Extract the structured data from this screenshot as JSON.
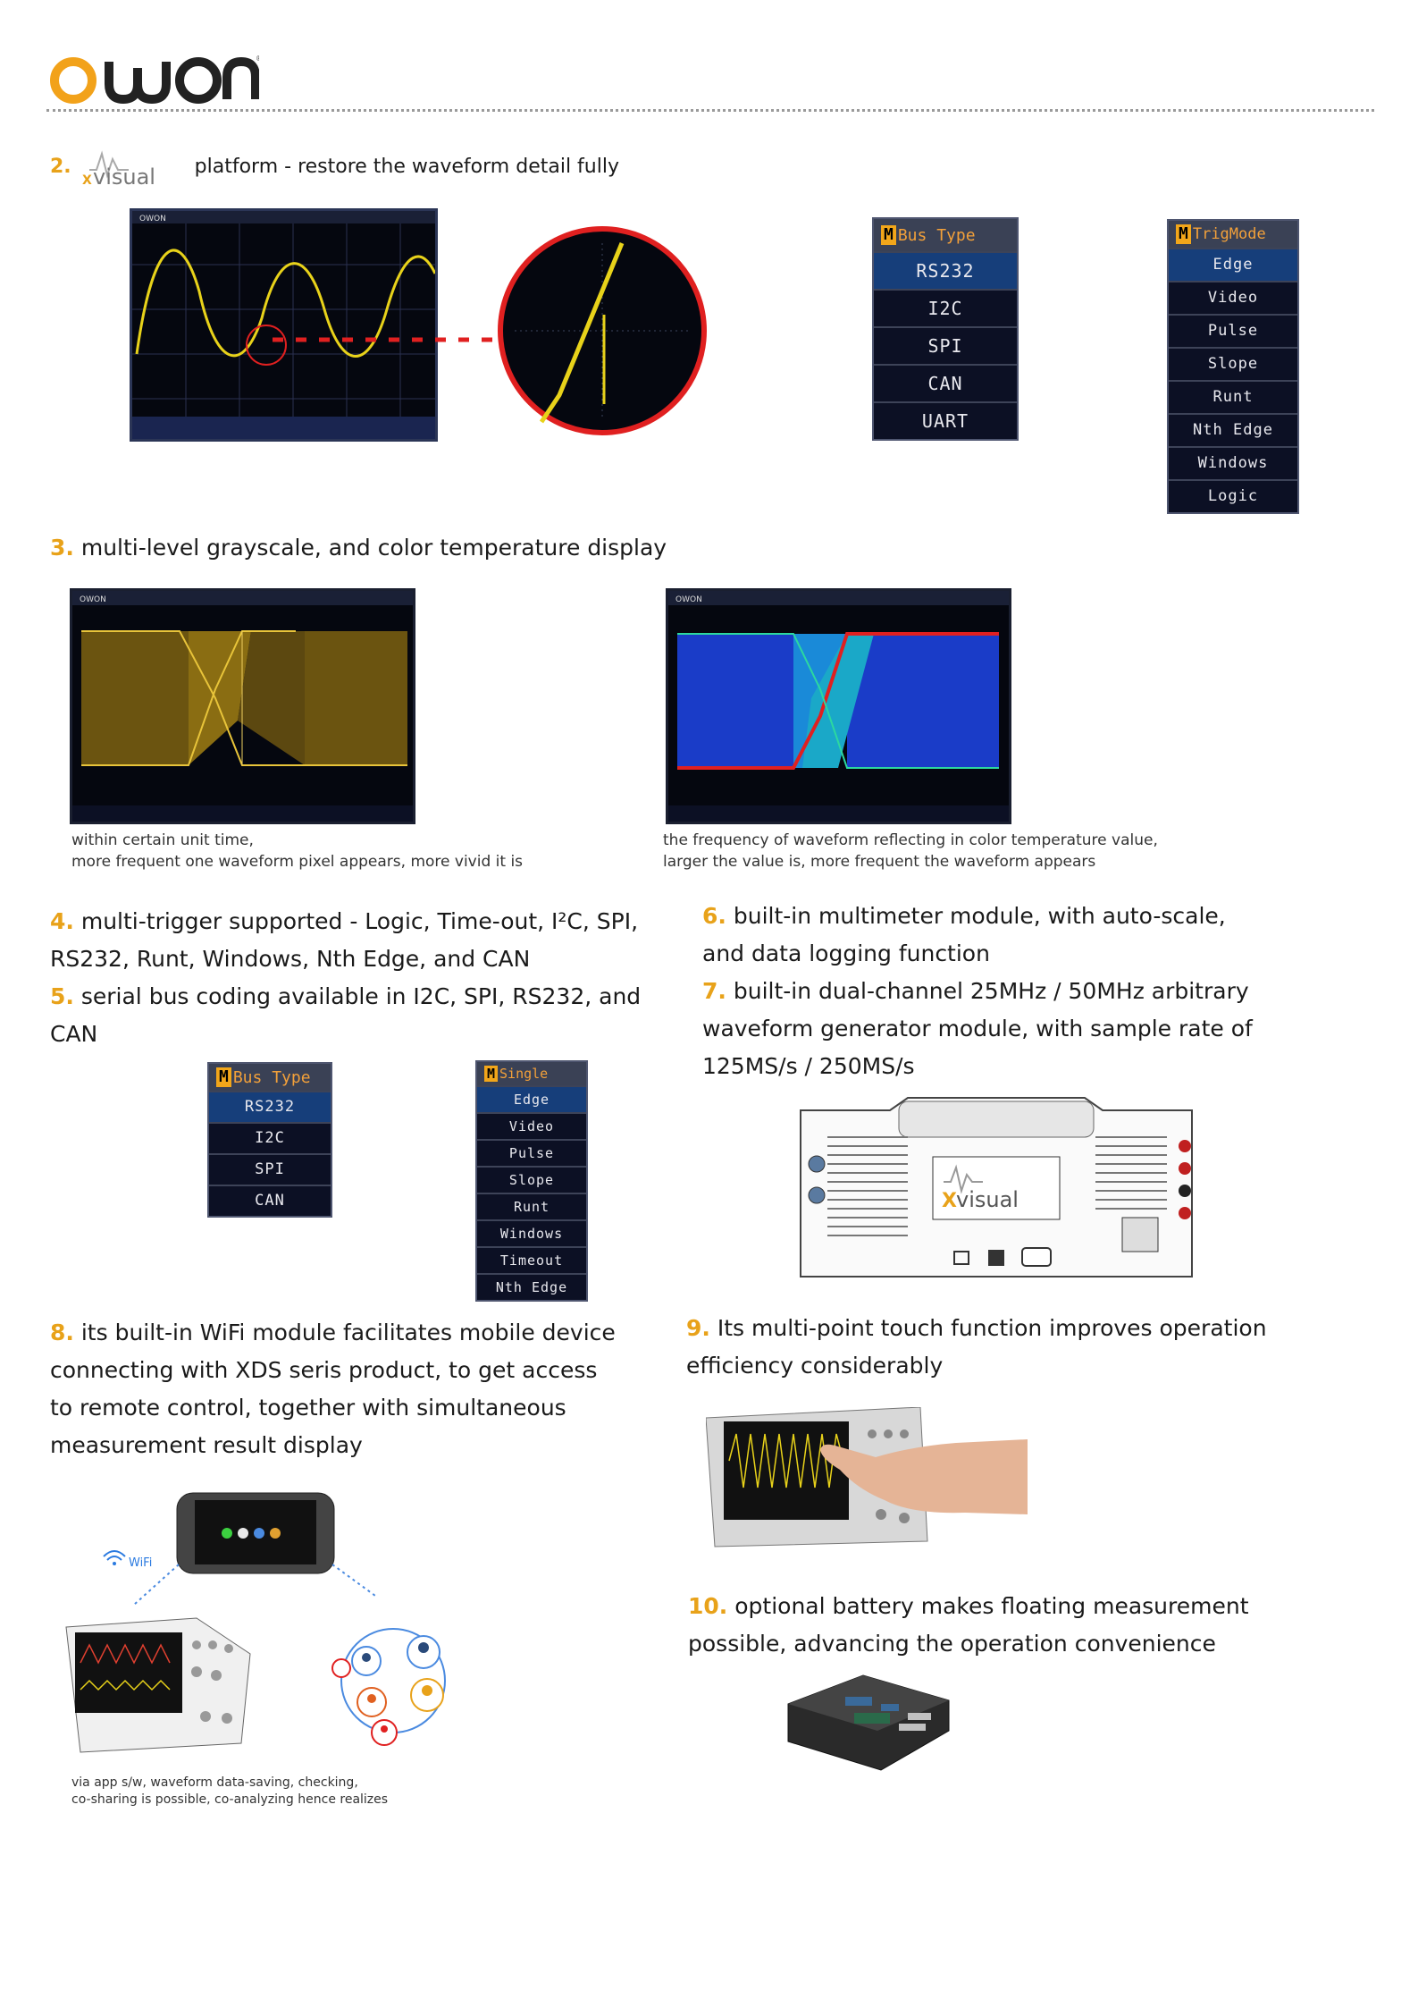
{
  "brand": {
    "logo_text": "OWON"
  },
  "section2": {
    "number": "2.",
    "xvisual_label": "Xvisual",
    "text": "platform - restore the waveform detail fully",
    "menu_bus": {
      "header_m": "M",
      "header": "Bus Type",
      "items": [
        "RS232",
        "I2C",
        "SPI",
        "CAN",
        "UART"
      ],
      "selected": 0
    },
    "menu_trig": {
      "header_m": "M",
      "header": "TrigMode",
      "items": [
        "Edge",
        "Video",
        "Pulse",
        "Slope",
        "Runt",
        "Nth Edge",
        "Windows",
        "Logic"
      ],
      "selected": 0
    }
  },
  "section3": {
    "number": "3.",
    "text": "multi-level grayscale, and color temperature display",
    "caption_left": [
      "within certain unit time,",
      "more frequent one waveform pixel appears, more vivid it is"
    ],
    "caption_right": [
      "the frequency of waveform reflecting in color temperature value,",
      "larger the value is, more frequent the waveform appears"
    ]
  },
  "section4": {
    "number": "4.",
    "lines": [
      "multi-trigger supported - Logic, Time-out, I²C, SPI,",
      "RS232, Runt, Windows, Nth Edge, and CAN"
    ]
  },
  "section5": {
    "number": "5.",
    "text": "serial bus coding available in I2C, SPI, RS232, and CAN",
    "menu_bus": {
      "header_m": "M",
      "header": "Bus Type",
      "items": [
        "RS232",
        "I2C",
        "SPI",
        "CAN"
      ],
      "selected": 0
    },
    "menu_single": {
      "header_m": "M",
      "header": "Single",
      "items": [
        "Edge",
        "Video",
        "Pulse",
        "Slope",
        "Runt",
        "Windows",
        "Timeout",
        "Nth Edge"
      ],
      "selected": 0
    }
  },
  "section6": {
    "number": "6.",
    "lines": [
      "built-in multimeter module, with auto-scale,",
      "and data logging function"
    ]
  },
  "section7": {
    "number": "7.",
    "lines": [
      "built-in dual-channel 25MHz / 50MHz arbitrary",
      "waveform generator module, with sample rate of",
      "125MS/s / 250MS/s"
    ]
  },
  "section8": {
    "number": "8.",
    "lines": [
      "its built-in WiFi module facilitates mobile device",
      "connecting with XDS seris product, to get access",
      "to remote control, together with simultaneous",
      "measurement result display"
    ],
    "wifi_label": "WiFi",
    "caption": [
      "via app s/w, waveform data-saving, checking,",
      "co-sharing is possible, co-analyzing hence realizes"
    ]
  },
  "section9": {
    "number": "9.",
    "lines": [
      "Its multi-point touch function improves operation",
      "efficiency considerably"
    ]
  },
  "section10": {
    "number": "10.",
    "lines": [
      "optional battery makes floating measurement",
      "possible, advancing the operation convenience"
    ]
  },
  "scope_header_brand": "OWON",
  "colors": {
    "accent": "#e8a21a",
    "menu_bg": "#0c1024",
    "menu_selected": "#163e7a",
    "menu_header_text": "#f2a03a"
  }
}
